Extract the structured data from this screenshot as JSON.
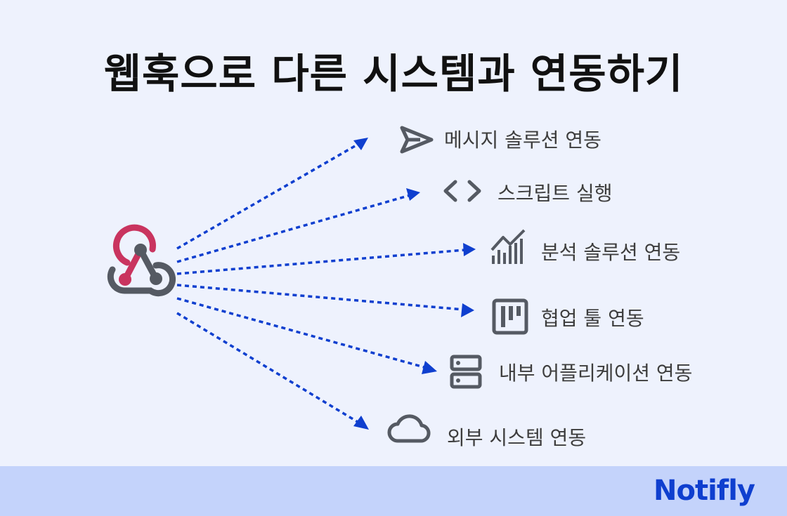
{
  "title": "웹훅으로 다른 시스템과 연동하기",
  "brand": "Notifly",
  "colors": {
    "background": "#eef2fd",
    "footer": "#c4d3fb",
    "brand": "#0f3fcf",
    "arrow": "#0f3fcf",
    "webhook_accent": "#c9345f",
    "icon": "#555a63"
  },
  "source_icon": "webhook-icon",
  "targets": [
    {
      "label": "메시지 솔루션 연동",
      "icon": "send-icon"
    },
    {
      "label": "스크립트 실행",
      "icon": "code-icon"
    },
    {
      "label": "분석 솔루션 연동",
      "icon": "analytics-icon"
    },
    {
      "label": "협업 툴 연동",
      "icon": "board-icon"
    },
    {
      "label": "내부 어플리케이션 연동",
      "icon": "server-icon"
    },
    {
      "label": "외부 시스템 연동",
      "icon": "cloud-icon"
    }
  ]
}
